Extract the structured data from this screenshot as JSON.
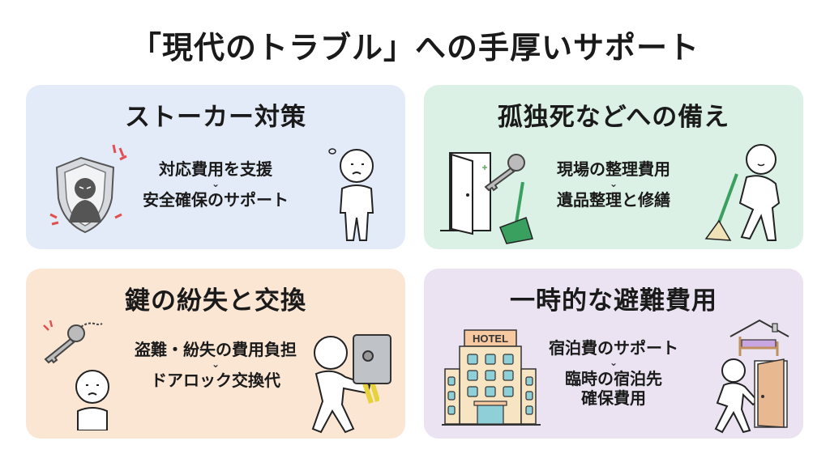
{
  "title": "「現代のトラブル」への手厚いサポート",
  "cards": [
    {
      "id": "stalker",
      "heading": "ストーカー対策",
      "lines": [
        "対応費用を支援",
        "安全確保のサポート"
      ],
      "arrow": "⌄",
      "bg": "#e3ebf8",
      "illustrations": [
        "shield-with-stalker-icon",
        "worried-person-icon"
      ]
    },
    {
      "id": "lonely-death",
      "heading": "孤独死などへの備え",
      "lines": [
        "現場の整理費用",
        "遺品整理と修繕"
      ],
      "arrow": "⌄",
      "bg": "#dcf1e6",
      "illustrations": [
        "open-door-icon",
        "key-icon",
        "dustpan-icon",
        "sweeping-person-icon"
      ]
    },
    {
      "id": "lost-key",
      "heading": "鍵の紛失と交換",
      "lines": [
        "盗難・紛失の費用負担",
        "ドアロック交換代"
      ],
      "arrow": "⌄",
      "bg": "#fbe6d4",
      "illustrations": [
        "broken-keychain-icon",
        "worried-person-icon",
        "person-with-keys-icon",
        "door-lock-icon"
      ]
    },
    {
      "id": "evacuation",
      "heading": "一時的な避難費用",
      "lines": [
        "宿泊費のサポート",
        "臨時の宿泊先",
        "確保費用"
      ],
      "arrow": "⌄",
      "bg": "#ebe3f1",
      "illustrations": [
        "hotel-building-icon",
        "house-with-bed-icon",
        "walking-person-icon",
        "door-icon"
      ],
      "hotel_sign": "HOTEL"
    }
  ]
}
